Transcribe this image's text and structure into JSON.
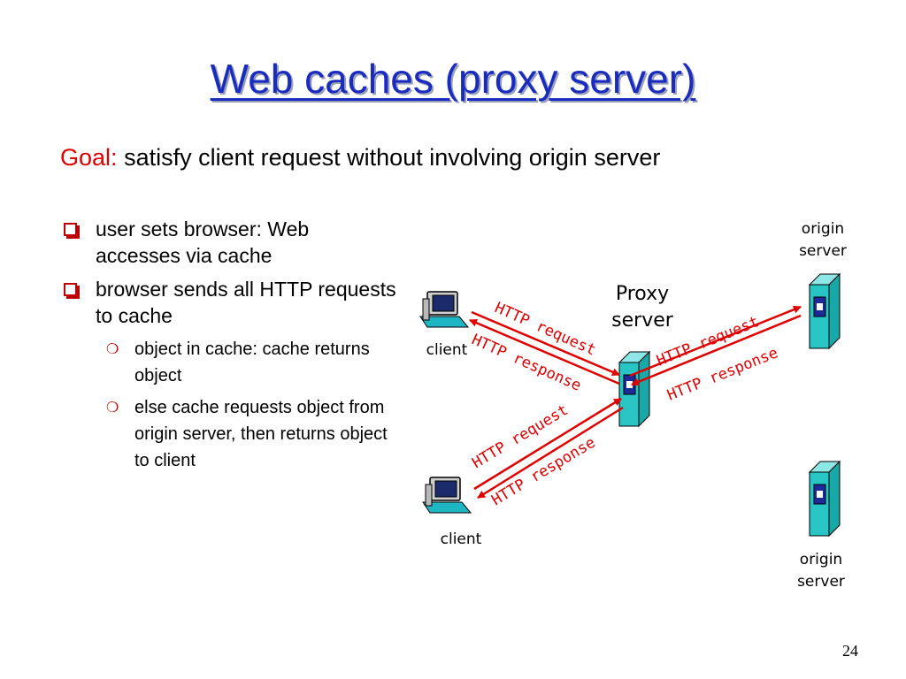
{
  "title": "Web caches (proxy server)",
  "goal": {
    "label": "Goal:",
    "text": "satisfy client request without involving origin server"
  },
  "bullets": [
    {
      "text": "user sets browser: Web accesses via  cache"
    },
    {
      "text": "browser sends all HTTP requests to  cache",
      "sub": [
        "object in cache: cache returns object",
        "else cache requests object from origin server, then returns object to client"
      ]
    }
  ],
  "diagram": {
    "proxy_label": [
      "Proxy",
      "server"
    ],
    "origin_label": [
      "origin",
      "server"
    ],
    "client_label": "client",
    "http_request": "HTTP request",
    "http_response": "HTTP response"
  },
  "colors": {
    "title": "#1a2bbf",
    "accent": "#e00000",
    "server": "#29c4c4"
  },
  "page_number": "24"
}
